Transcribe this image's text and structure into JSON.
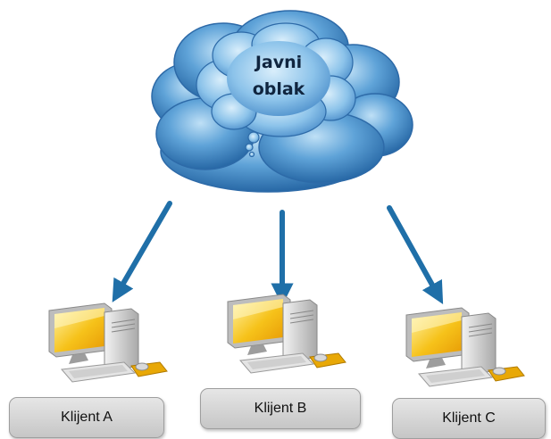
{
  "cloud": {
    "label_line1": "Javni",
    "label_line2": "oblak"
  },
  "clients": [
    {
      "label": "Klijent A"
    },
    {
      "label": "Klijent B"
    },
    {
      "label": "Klijent C"
    }
  ],
  "colors": {
    "cloud": "#3a83c4",
    "arrow": "#1f6fa8",
    "screen": "#f6c21a",
    "label_box": "#d3d3d3"
  },
  "icons": [
    "cloud-icon",
    "thought-bubble-icon",
    "arrow-icon",
    "computer-icon"
  ]
}
